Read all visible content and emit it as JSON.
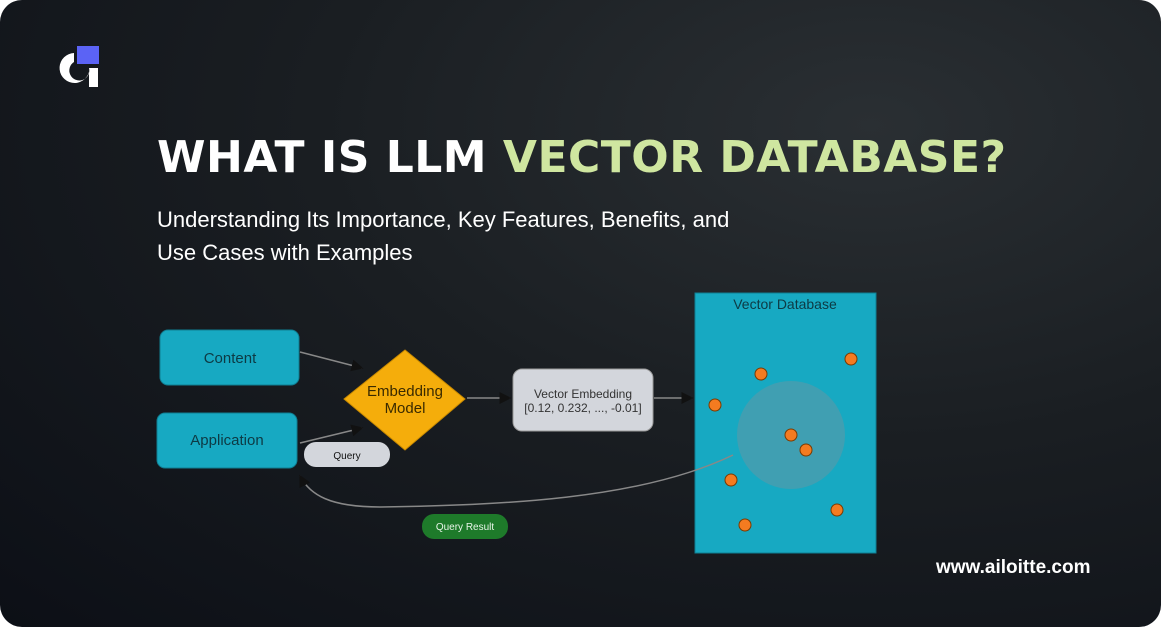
{
  "brand": {
    "logo": "ailoitte-logo",
    "url": "www.ailoitte.com"
  },
  "header": {
    "title_part1": "WHAT IS LLM ",
    "title_part2": "VECTOR DATABASE?",
    "subtitle_line1": "Understanding Its Importance, Key Features, Benefits, and",
    "subtitle_line2": "Use Cases with Examples"
  },
  "diagram": {
    "content": "Content",
    "application": "Application",
    "model_line1": "Embedding",
    "model_line2": "Model",
    "embedding_line1": "Vector Embedding",
    "embedding_line2": "[0.12, 0.232, ..., -0.01]",
    "query": "Query",
    "query_result": "Query Result",
    "database": "Vector Database"
  },
  "colors": {
    "accent": "#cfe6a0",
    "node": "#17a9c2",
    "model": "#f5ad0b",
    "result": "#1e7a2a",
    "point": "#f47b20",
    "logo_square": "#5b63f5"
  }
}
